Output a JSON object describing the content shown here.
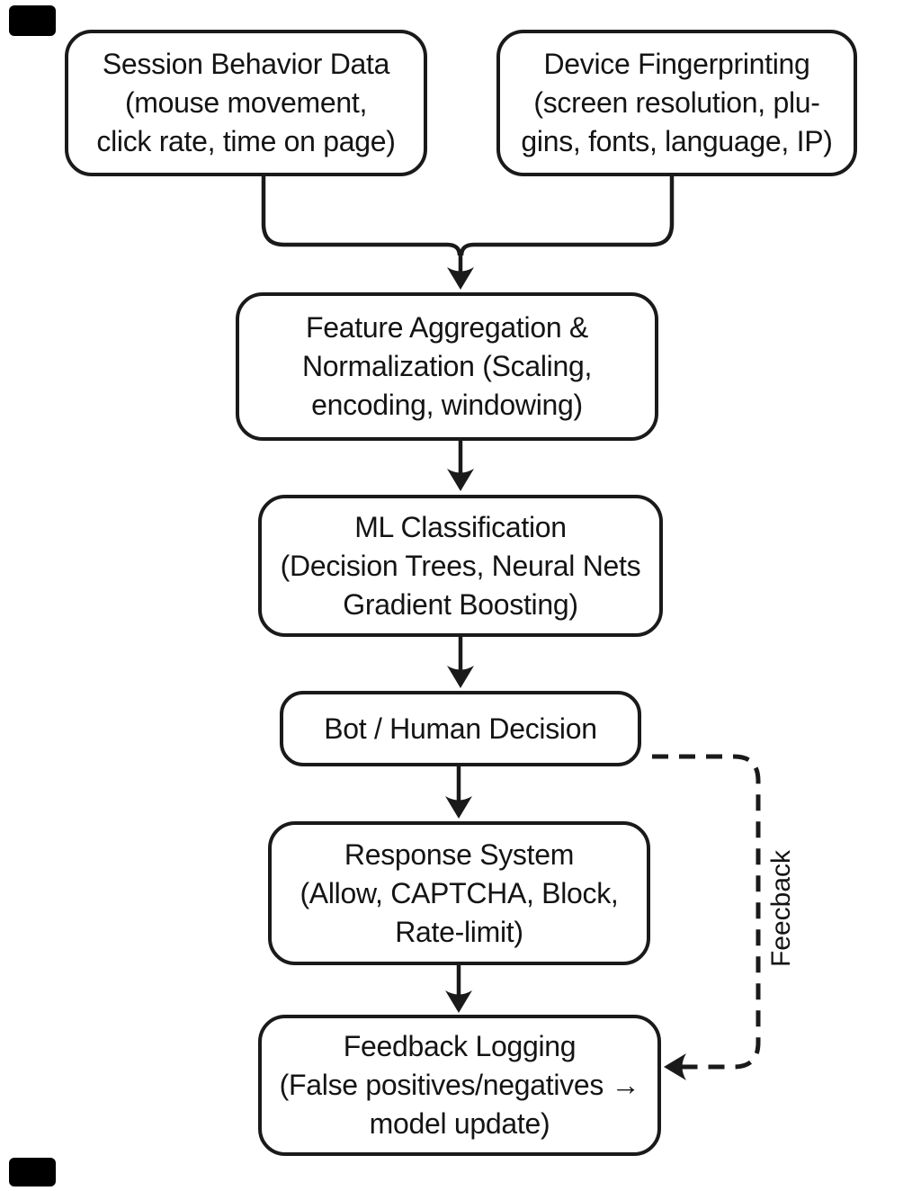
{
  "diagram": {
    "background": "#ffffff",
    "line_color": "#1a1a1a",
    "text_color": "#141414",
    "nodes": [
      {
        "id": "session-behavior-data",
        "lines": [
          "Session Behavior Data",
          "(mouse movement,",
          "click rate, time on page)"
        ]
      },
      {
        "id": "device-fingerprinting",
        "lines": [
          "Device Fingerprinting",
          "(screen resolution, plu-",
          "gins, fonts, language, IP)"
        ]
      },
      {
        "id": "feature-aggregation",
        "lines": [
          "Feature Aggregation &",
          "Normalization (Scaling,",
          "encoding, windowing)"
        ]
      },
      {
        "id": "ml-classification",
        "lines": [
          "ML Classification",
          "(Decision Trees, Neural Nets",
          "Gradient Boosting)"
        ]
      },
      {
        "id": "bot-human-decision",
        "lines": [
          "Bot / Human Decision"
        ]
      },
      {
        "id": "response-system",
        "lines": [
          "Response System",
          "(Allow, CAPTCHA, Block,",
          "Rate-limit)"
        ]
      },
      {
        "id": "feedback-logging",
        "lines": [
          "Feedback Logging",
          "(False positives/negatives →",
          "model update)"
        ]
      }
    ],
    "edges": [
      {
        "from": "session-behavior-data",
        "to": "feature-aggregation",
        "style": "solid"
      },
      {
        "from": "device-fingerprinting",
        "to": "feature-aggregation",
        "style": "solid"
      },
      {
        "from": "feature-aggregation",
        "to": "ml-classification",
        "style": "solid"
      },
      {
        "from": "ml-classification",
        "to": "bot-human-decision",
        "style": "solid"
      },
      {
        "from": "bot-human-decision",
        "to": "response-system",
        "style": "solid"
      },
      {
        "from": "response-system",
        "to": "feedback-logging",
        "style": "solid"
      },
      {
        "from": "bot-human-decision",
        "to": "feedback-logging",
        "style": "dashed",
        "label": "Feecback"
      }
    ],
    "feedback_label": "Feecback"
  }
}
